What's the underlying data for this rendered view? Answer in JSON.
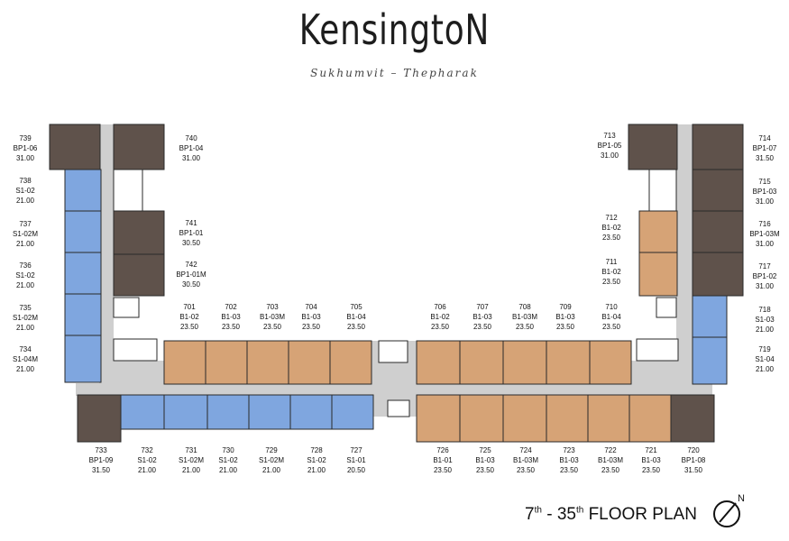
{
  "brand": "KensingtoN",
  "subtitle": "Sukhumvit  –  Thepharak",
  "plan": {
    "floor_from": "7",
    "floor_from_suffix": "th",
    "dash": " - ",
    "floor_to": "35",
    "floor_to_suffix": "th",
    "label": " FLOOR PLAN"
  },
  "compass_letter": "N",
  "colors": {
    "bp_brown": "#5f524b",
    "s_blue": "#7fa6df",
    "b_tan": "#d6a376",
    "corridor": "#c9c9c9",
    "wall": "#2a2a2a"
  },
  "units": [
    {
      "id": "u739",
      "number": "739",
      "type": "BP1-06",
      "area": "31.00"
    },
    {
      "id": "u740",
      "number": "740",
      "type": "BP1-04",
      "area": "31.00"
    },
    {
      "id": "u738",
      "number": "738",
      "type": "S1-02",
      "area": "21.00"
    },
    {
      "id": "u737",
      "number": "737",
      "type": "S1-02M",
      "area": "21.00"
    },
    {
      "id": "u741",
      "number": "741",
      "type": "BP1-01",
      "area": "30.50"
    },
    {
      "id": "u736",
      "number": "736",
      "type": "S1-02",
      "area": "21.00"
    },
    {
      "id": "u742",
      "number": "742",
      "type": "BP1-01M",
      "area": "30.50"
    },
    {
      "id": "u735",
      "number": "735",
      "type": "S1-02M",
      "area": "21.00"
    },
    {
      "id": "u734",
      "number": "734",
      "type": "S1-04M",
      "area": "21.00"
    },
    {
      "id": "u701",
      "number": "701",
      "type": "B1-02",
      "area": "23.50"
    },
    {
      "id": "u702",
      "number": "702",
      "type": "B1-03",
      "area": "23.50"
    },
    {
      "id": "u703",
      "number": "703",
      "type": "B1-03M",
      "area": "23.50"
    },
    {
      "id": "u704",
      "number": "704",
      "type": "B1-03",
      "area": "23.50"
    },
    {
      "id": "u705",
      "number": "705",
      "type": "B1-04",
      "area": "23.50"
    },
    {
      "id": "u706",
      "number": "706",
      "type": "B1-02",
      "area": "23.50"
    },
    {
      "id": "u707",
      "number": "707",
      "type": "B1-03",
      "area": "23.50"
    },
    {
      "id": "u708",
      "number": "708",
      "type": "B1-03M",
      "area": "23.50"
    },
    {
      "id": "u709",
      "number": "709",
      "type": "B1-03",
      "area": "23.50"
    },
    {
      "id": "u710",
      "number": "710",
      "type": "B1-04",
      "area": "23.50"
    },
    {
      "id": "u713",
      "number": "713",
      "type": "BP1-05",
      "area": "31.00"
    },
    {
      "id": "u714",
      "number": "714",
      "type": "BP1-07",
      "area": "31.50"
    },
    {
      "id": "u715",
      "number": "715",
      "type": "BP1-03",
      "area": "31.00"
    },
    {
      "id": "u712",
      "number": "712",
      "type": "B1-02",
      "area": "23.50"
    },
    {
      "id": "u716",
      "number": "716",
      "type": "BP1-03M",
      "area": "31.00"
    },
    {
      "id": "u711",
      "number": "711",
      "type": "B1-02",
      "area": "23.50"
    },
    {
      "id": "u717",
      "number": "717",
      "type": "BP1-02",
      "area": "31.00"
    },
    {
      "id": "u718",
      "number": "718",
      "type": "S1-03",
      "area": "21.00"
    },
    {
      "id": "u719",
      "number": "719",
      "type": "S1-04",
      "area": "21.00"
    },
    {
      "id": "u733",
      "number": "733",
      "type": "BP1-09",
      "area": "31.50"
    },
    {
      "id": "u732",
      "number": "732",
      "type": "S1-02",
      "area": "21.00"
    },
    {
      "id": "u731",
      "number": "731",
      "type": "S1-02M",
      "area": "21.00"
    },
    {
      "id": "u730",
      "number": "730",
      "type": "S1-02",
      "area": "21.00"
    },
    {
      "id": "u729",
      "number": "729",
      "type": "S1-02M",
      "area": "21.00"
    },
    {
      "id": "u728",
      "number": "728",
      "type": "S1-02",
      "area": "21.00"
    },
    {
      "id": "u727",
      "number": "727",
      "type": "S1-01",
      "area": "20.50"
    },
    {
      "id": "u726",
      "number": "726",
      "type": "B1-01",
      "area": "23.50"
    },
    {
      "id": "u725",
      "number": "725",
      "type": "B1-03",
      "area": "23.50"
    },
    {
      "id": "u724",
      "number": "724",
      "type": "B1-03M",
      "area": "23.50"
    },
    {
      "id": "u723",
      "number": "723",
      "type": "B1-03",
      "area": "23.50"
    },
    {
      "id": "u722",
      "number": "722",
      "type": "B1-03M",
      "area": "23.50"
    },
    {
      "id": "u721",
      "number": "721",
      "type": "B1-03",
      "area": "23.50"
    },
    {
      "id": "u720",
      "number": "720",
      "type": "BP1-08",
      "area": "31.50"
    }
  ]
}
